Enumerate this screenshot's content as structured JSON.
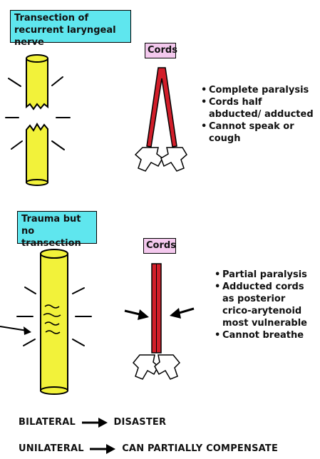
{
  "top": {
    "title": "Transection of recurrent laryngeal nerve",
    "cords_label": "Cords",
    "bullets": [
      "Complete paralysis",
      "Cords half abducted/ adducted",
      "Cannot speak or cough"
    ]
  },
  "bottom": {
    "title": "Trauma but no transection",
    "cords_label": "Cords",
    "bullets": [
      "Partial paralysis",
      "Adducted cords as posterior crico-arytenoid most vulnerable",
      "Cannot breathe"
    ]
  },
  "footer": {
    "bilateral": "BILATERAL",
    "bilateral_result": "DISASTER",
    "unilateral": "UNILATERAL",
    "unilateral_result": "CAN PARTIALLY COMPENSATE"
  },
  "colors": {
    "nerve": "#f2f23a",
    "title_box": "#5fe6ee",
    "cords_box": "#f4c9ee",
    "cord": "#d21e2a"
  }
}
